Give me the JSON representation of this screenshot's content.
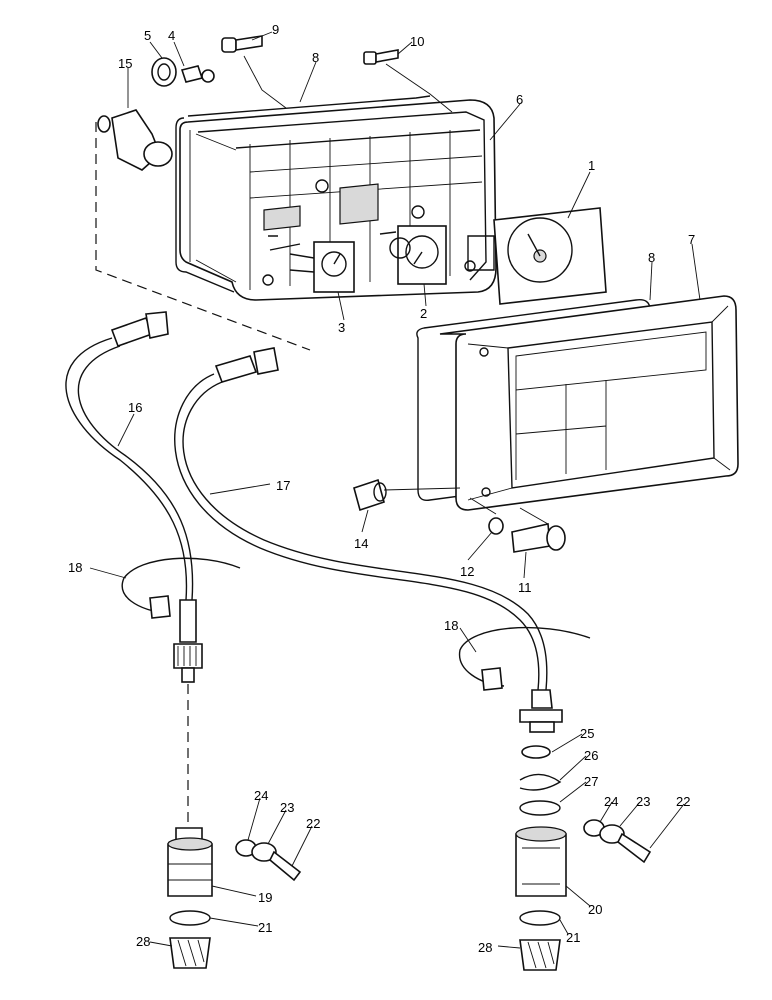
{
  "callouts": [
    {
      "id": "c1",
      "label": "1"
    },
    {
      "id": "c2",
      "label": "2"
    },
    {
      "id": "c3",
      "label": "3"
    },
    {
      "id": "c4",
      "label": "4"
    },
    {
      "id": "c5",
      "label": "5"
    },
    {
      "id": "c6",
      "label": "6"
    },
    {
      "id": "c7",
      "label": "7"
    },
    {
      "id": "c8a",
      "label": "8"
    },
    {
      "id": "c8b",
      "label": "8"
    },
    {
      "id": "c9",
      "label": "9"
    },
    {
      "id": "c10",
      "label": "10"
    },
    {
      "id": "c11",
      "label": "11"
    },
    {
      "id": "c12",
      "label": "12"
    },
    {
      "id": "c14",
      "label": "14"
    },
    {
      "id": "c15",
      "label": "15"
    },
    {
      "id": "c16",
      "label": "16"
    },
    {
      "id": "c17",
      "label": "17"
    },
    {
      "id": "c18a",
      "label": "18"
    },
    {
      "id": "c18b",
      "label": "18"
    },
    {
      "id": "c19",
      "label": "19"
    },
    {
      "id": "c20",
      "label": "20"
    },
    {
      "id": "c21a",
      "label": "21"
    },
    {
      "id": "c21b",
      "label": "21"
    },
    {
      "id": "c22a",
      "label": "22"
    },
    {
      "id": "c22b",
      "label": "22"
    },
    {
      "id": "c23a",
      "label": "23"
    },
    {
      "id": "c23b",
      "label": "23"
    },
    {
      "id": "c24a",
      "label": "24"
    },
    {
      "id": "c24b",
      "label": "24"
    },
    {
      "id": "c25",
      "label": "25"
    },
    {
      "id": "c26",
      "label": "26"
    },
    {
      "id": "c27",
      "label": "27"
    },
    {
      "id": "c28a",
      "label": "28"
    },
    {
      "id": "c28b",
      "label": "28"
    }
  ]
}
